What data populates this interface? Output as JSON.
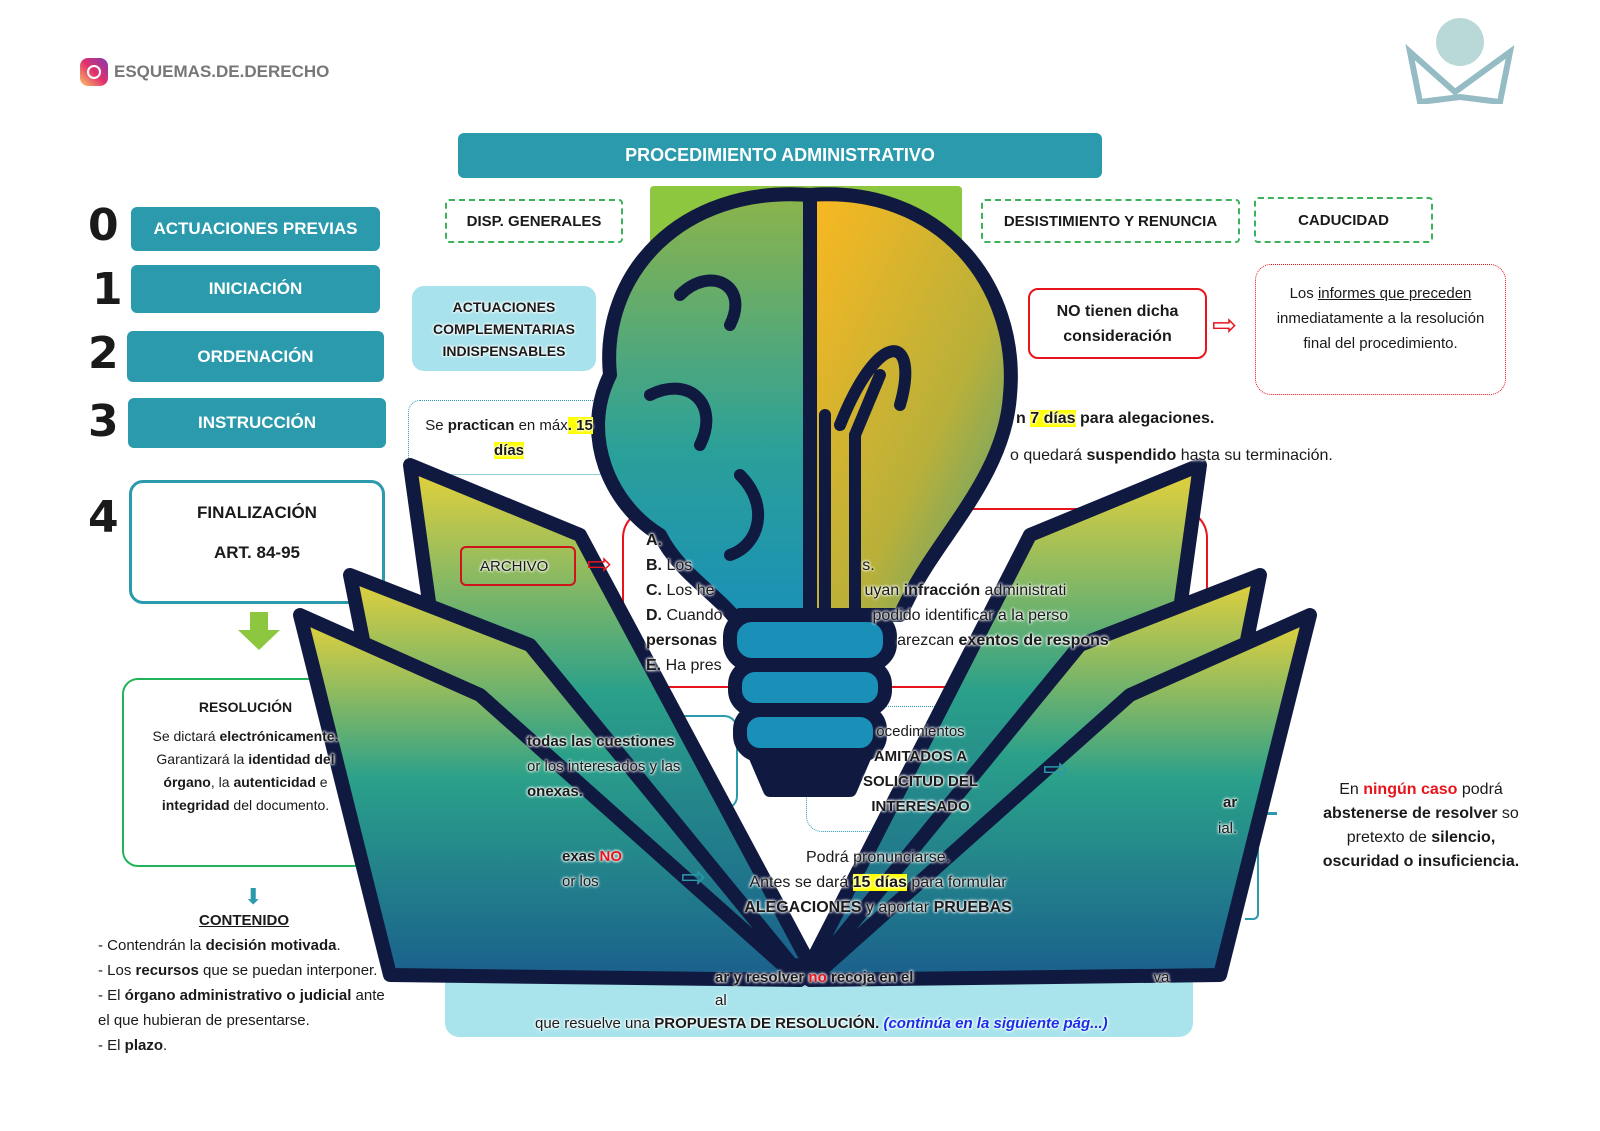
{
  "header": {
    "brand": "ESQUEMAS.DE.DERECHO",
    "title": "PROCEDIMIENTO ADMINISTRATIVO"
  },
  "tabs": {
    "disp": "DISP. GENERALES",
    "desist": "DESISTIMIENTO  Y RENUNCIA",
    "caducidad": "CADUCIDAD"
  },
  "steps": [
    {
      "num": "0",
      "label": "ACTUACIONES PREVIAS"
    },
    {
      "num": "1",
      "label": "INICIACIÓN"
    },
    {
      "num": "2",
      "label": "ORDENACIÓN"
    },
    {
      "num": "3",
      "label": "INSTRUCCIÓN"
    },
    {
      "num": "4",
      "label": "FINALIZACIÓN",
      "sub": "ART. 84-95"
    }
  ],
  "complementarias": "ACTUACIONES COMPLEMENTARIAS INDISPENSABLES",
  "practican": {
    "a": "Se ",
    "b": "practican",
    "c": " en máx",
    "d": ". 15 días"
  },
  "no_tienen": "NO tienen dicha consideración",
  "informes": {
    "a": "Los ",
    "b": "informes que preceden",
    "c": " inmediatamente a la resolución final del procedimiento."
  },
  "alegaciones": {
    "a": "n ",
    "b": "7 días",
    "c": " para alegaciones."
  },
  "suspendido": {
    "a": "o quedará ",
    "b": "suspendido",
    "c": " hasta su terminación."
  },
  "archivo": "ARCHIVO",
  "list": [
    {
      "k": "A.",
      "t": ""
    },
    {
      "k": "B.",
      "t": "Los",
      "t2": "s."
    },
    {
      "k": "C.",
      "t": "Los he",
      "t2": "uyan ",
      "b2": "infracción",
      "t3": " administrati"
    },
    {
      "k": "D.",
      "t": "Cuando",
      "t2": "podido identificar a la perso"
    },
    {
      "k": "",
      "b": "personas",
      "t2": "arezcan ",
      "b2": "exentos de respons"
    },
    {
      "k": "E.",
      "t": "Ha pres"
    }
  ],
  "cuestiones": {
    "a": "todas las cuestiones",
    "b": "or los interesados y las",
    "c": "onexas."
  },
  "procedimientos": {
    "a": "ocedimientos",
    "b": "AMITADOS  A",
    "c": "SOLICITUD DEL",
    "d": "INTERESADO"
  },
  "side_frag": {
    "a": "ar",
    "b": "ial."
  },
  "conexas": {
    "a": "exas ",
    "no": "NO",
    "b": "or los"
  },
  "pronunciarse": {
    "a": "Podrá pronunciarse.",
    "b": "Antes se dará ",
    "c": "15 días",
    "d": " para formular",
    "e": "ALEGACIONES",
    "f": " y aportar ",
    "g": "PRUEBAS"
  },
  "ningun": {
    "a": "En ",
    "b": "ningún caso",
    "c": " podrá",
    "d": "abstenerse de resolver",
    "e": " so pretexto de ",
    "f": "silencio,",
    "g": "oscuridad  o insuficiencia."
  },
  "resolucion": {
    "title": "RESOLUCIÓN",
    "a": "Se dictará ",
    "b": "electrónicamente.",
    "c": "Garantizará la ",
    "d": "identidad del órgano",
    "e": ", la ",
    "f": "autenticidad",
    "g": " e ",
    "h": "integridad",
    "i": " del documento."
  },
  "contenido": {
    "title": "CONTENIDO",
    "l1a": "- Contendrán la ",
    "l1b": "decisión motivada",
    "l1c": ".",
    "l2a": "- Los ",
    "l2b": "recursos",
    "l2c": " que se puedan interponer.",
    "l3a": "- El ",
    "l3b": "órgano administrativo o judicial",
    "l3c": " ante el que hubieran de presentarse.",
    "l4a": "- El ",
    "l4b": "plazo",
    "l4c": "."
  },
  "bottom": {
    "a": "ar y resolver ",
    "no": "no",
    "b": " recoja en el",
    "c": "va al",
    "d": "que resuelve una ",
    "e": "PROPUESTA DE RESOLUCIÓN.",
    "f": " (continúa en la siguiente pág...)"
  },
  "colors": {
    "teal": "#2a9aac",
    "green": "#8dc63f",
    "red": "#e8141b",
    "cyan": "#a9e4ec"
  }
}
